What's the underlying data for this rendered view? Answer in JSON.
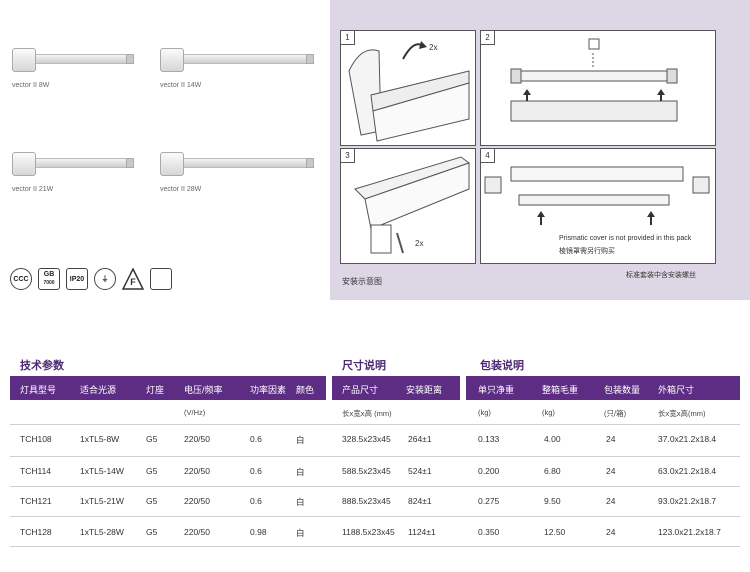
{
  "products": [
    {
      "label": "vector II 8W"
    },
    {
      "label": "vector II 14W"
    },
    {
      "label": "vector II 21W"
    },
    {
      "label": "vector II 28W"
    }
  ],
  "certifications": [
    "CCC",
    "GB 7000",
    "IP20",
    "earth-symbol",
    "F-mark",
    "blank-box"
  ],
  "install": {
    "steps": [
      "1",
      "2",
      "3",
      "4"
    ],
    "step1_count": "2x",
    "step3_count": "2x",
    "prismatic_en": "Prismatic cover is not provided in this pack",
    "prismatic_cn": "棱镜罩需另行购买",
    "caption": "安装示意图",
    "note": "标准套装中含安装螺丝"
  },
  "tables": {
    "tech": {
      "title": "技术参数",
      "headers": [
        "灯具型号",
        "适合光源",
        "灯座",
        "电压/频率",
        "功率因素",
        "颜色"
      ],
      "subheader": "(V/Hz)",
      "rows": [
        [
          "TCH108",
          "1xTL5-8W",
          "G5",
          "220/50",
          "0.6",
          "白"
        ],
        [
          "TCH114",
          "1xTL5-14W",
          "G5",
          "220/50",
          "0.6",
          "白"
        ],
        [
          "TCH121",
          "1xTL5-21W",
          "G5",
          "220/50",
          "0.6",
          "白"
        ],
        [
          "TCH128",
          "1xTL5-28W",
          "G5",
          "220/50",
          "0.98",
          "白"
        ]
      ]
    },
    "size": {
      "title": "尺寸说明",
      "headers": [
        "产品尺寸",
        "安装距离"
      ],
      "subheader": "长x宽x高 (mm)",
      "rows": [
        [
          "328.5x23x45",
          "264±1"
        ],
        [
          "588.5x23x45",
          "524±1"
        ],
        [
          "888.5x23x45",
          "824±1"
        ],
        [
          "1188.5x23x45",
          "1124±1"
        ]
      ]
    },
    "pack": {
      "title": "包装说明",
      "headers": [
        "单只净重",
        "整箱毛重",
        "包装数量",
        "外箱尺寸"
      ],
      "subheaders": [
        "(kg)",
        "(kg)",
        "(只/箱)",
        "长x宽x高(mm)"
      ],
      "rows": [
        [
          "0.133",
          "4.00",
          "24",
          "37.0x21.2x18.4"
        ],
        [
          "0.200",
          "6.80",
          "24",
          "63.0x21.2x18.4"
        ],
        [
          "0.275",
          "9.50",
          "24",
          "93.0x21.2x18.7"
        ],
        [
          "0.350",
          "12.50",
          "24",
          "123.0x21.2x18.7"
        ]
      ]
    }
  },
  "colors": {
    "header_bg": "#5c2d82",
    "title": "#4d2a73",
    "install_bg": "#ddd6e4"
  }
}
